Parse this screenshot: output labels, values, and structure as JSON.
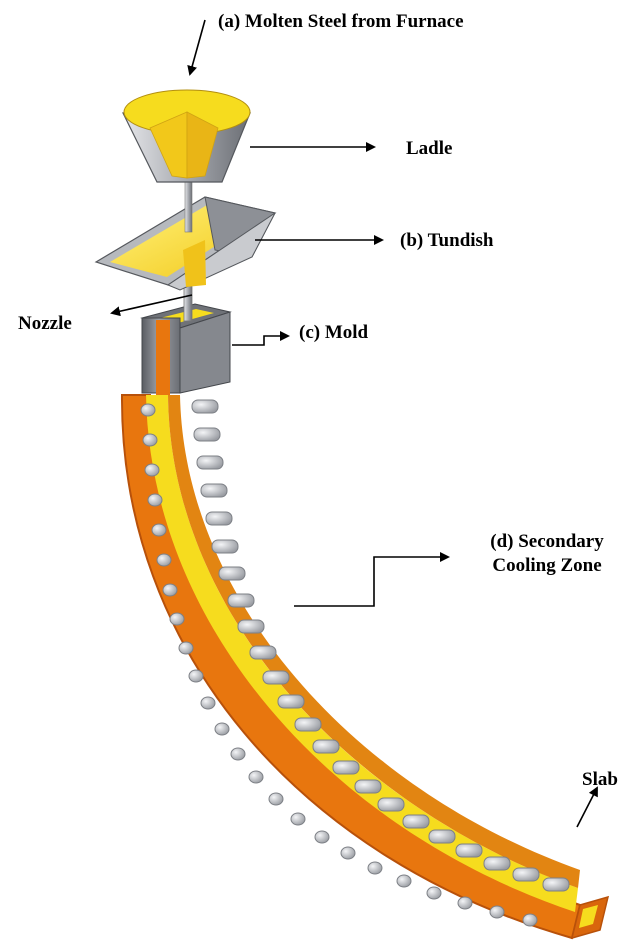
{
  "labels": {
    "molten_steel": "(a) Molten Steel from Furnace",
    "ladle": "Ladle",
    "tundish": "(b) Tundish",
    "nozzle": "Nozzle",
    "mold": "(c) Mold",
    "secondary_line1": "(d) Secondary",
    "secondary_line2": "Cooling Zone",
    "slab": "Slab"
  },
  "colors": {
    "molten": "#f6dc1e",
    "molten_core": "#fff27a",
    "strand_shell": "#e8760e",
    "strand_dark": "#b8510a",
    "metal": "#a9acb2",
    "metal_dark": "#6d7076",
    "roller": "#d2d4d8"
  }
}
